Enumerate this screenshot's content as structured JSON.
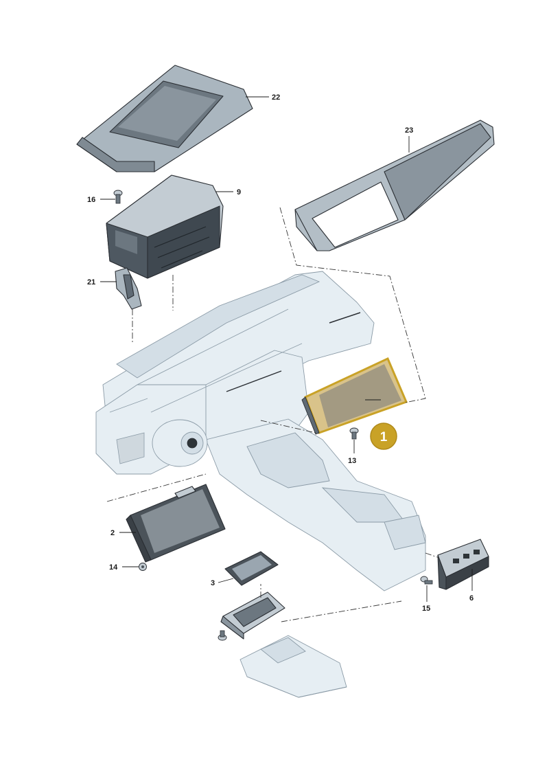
{
  "labels": {
    "p1": "1",
    "p2": "2",
    "p3": "3",
    "p6": "6",
    "p9": "9",
    "p13": "13",
    "p14": "14",
    "p15": "15",
    "p16": "16",
    "p21": "21",
    "p22": "22",
    "p23": "23"
  },
  "colors": {
    "highlight": "#c9a227",
    "highlight_fill": "#d9c38a",
    "part_dark": "#5f6a74",
    "part_mid": "#9aa6b0",
    "part_light": "#cfd8de",
    "ghost_fill": "#e6eef3",
    "ghost_line": "#8a9aa6"
  }
}
